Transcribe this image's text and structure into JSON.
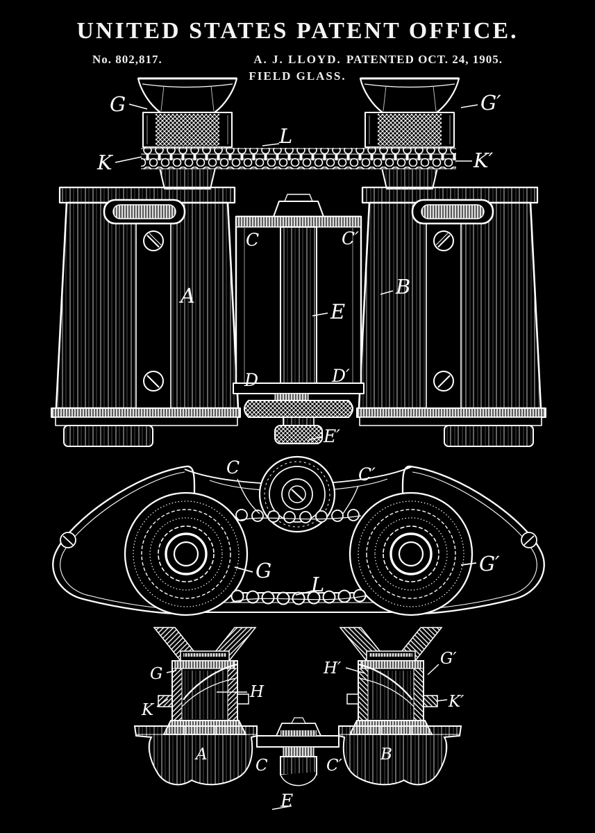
{
  "poster": {
    "background_color": "#000000",
    "ink_color": "#ffffff"
  },
  "header": {
    "title": "UNITED STATES PATENT OFFICE.",
    "patent_number": "No. 802,817.",
    "inventor": "A. J. LLOYD.",
    "invention_title": "FIELD GLASS.",
    "patent_date": "PATENTED OCT. 24, 1905."
  },
  "figures": {
    "front_elevation": {
      "labels": {
        "G": "G",
        "G_prime": "G′",
        "L": "L",
        "K": "K",
        "K_prime": "K′",
        "C": "C",
        "C_prime": "C′",
        "A": "A",
        "B": "B",
        "E": "E",
        "D": "D",
        "D_prime": "D′",
        "E_prime": "E′"
      }
    },
    "plan_view": {
      "labels": {
        "C": "C",
        "C_prime": "C′",
        "G": "G",
        "G_prime": "G′",
        "L": "L"
      }
    },
    "sectional_view": {
      "labels": {
        "G": "G",
        "H": "H",
        "K": "K",
        "H_prime": "H′",
        "G_prime": "G′",
        "K_prime": "K′",
        "A": "A",
        "B": "B",
        "C": "C",
        "C_prime": "C′",
        "E": "E"
      }
    }
  }
}
